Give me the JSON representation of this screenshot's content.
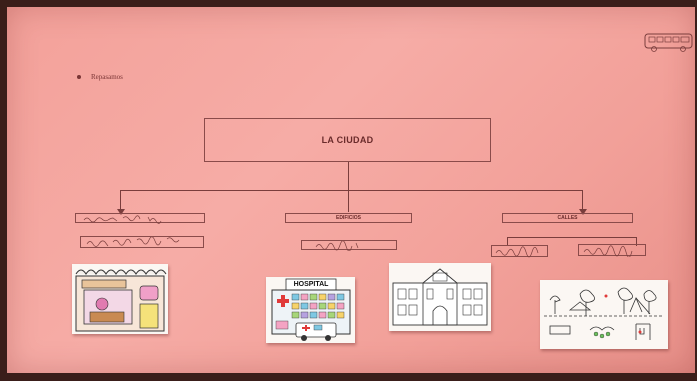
{
  "bullet": {
    "text": "Repasamos"
  },
  "diagram": {
    "root": "LA CIUDAD",
    "branches": [
      {
        "label": "",
        "handwritten": true
      },
      {
        "label": "EDIFICIOS",
        "handwritten": false
      },
      {
        "label": "CALLES",
        "handwritten": false
      }
    ]
  },
  "cards": {
    "hospital_sign": "HOSPITAL"
  },
  "colors": {
    "paper": "#f3a19a",
    "ink": "#7a3d3c"
  }
}
